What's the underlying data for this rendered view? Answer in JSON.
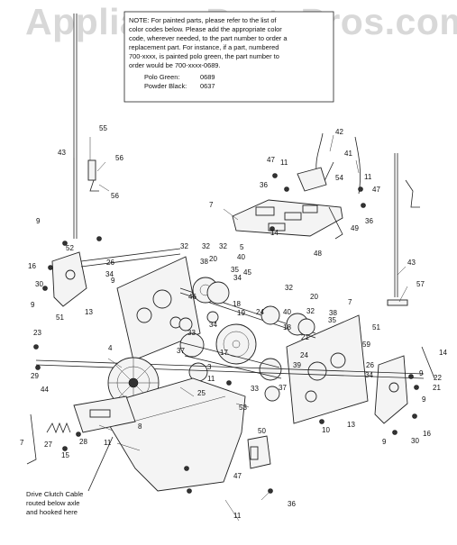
{
  "watermark": "AppliancePartsPros.com",
  "note": {
    "lines": [
      "NOTE: For painted parts, please refer to the list of",
      "color codes below. Please add the appropriate color",
      "code, wherever needed, to the part number to order a",
      "replacement part. For instance, if a part, numbered",
      "700-xxxx, is painted polo green, the part number to",
      "order would be 700-xxxx-0689."
    ],
    "colors": [
      {
        "name": "Polo Green:",
        "code": "0689"
      },
      {
        "name": "Powder Black:",
        "code": "0637"
      }
    ]
  },
  "caption": [
    "Drive Clutch Cable",
    "routed below axle",
    "and hooked here"
  ],
  "callouts": [
    "55",
    "56",
    "56",
    "43",
    "42",
    "41",
    "47",
    "11",
    "54",
    "36",
    "11",
    "47",
    "36",
    "49",
    "7",
    "14",
    "5",
    "48",
    "9",
    "52",
    "16",
    "30",
    "9",
    "51",
    "13",
    "26",
    "34",
    "9",
    "32",
    "20",
    "32",
    "32",
    "38",
    "40",
    "34",
    "35",
    "45",
    "46",
    "18",
    "19",
    "34",
    "33",
    "37",
    "17",
    "3",
    "4",
    "24",
    "40",
    "18",
    "20",
    "32",
    "32",
    "35",
    "38",
    "7",
    "21",
    "23",
    "29",
    "44",
    "25",
    "11",
    "53",
    "8",
    "27",
    "28",
    "15",
    "7",
    "50",
    "47",
    "36",
    "11",
    "11",
    "59",
    "51",
    "34",
    "26",
    "14",
    "22",
    "9",
    "21",
    "9",
    "13",
    "10",
    "9",
    "30",
    "16",
    "57",
    "43",
    "33",
    "37",
    "39",
    "24"
  ]
}
